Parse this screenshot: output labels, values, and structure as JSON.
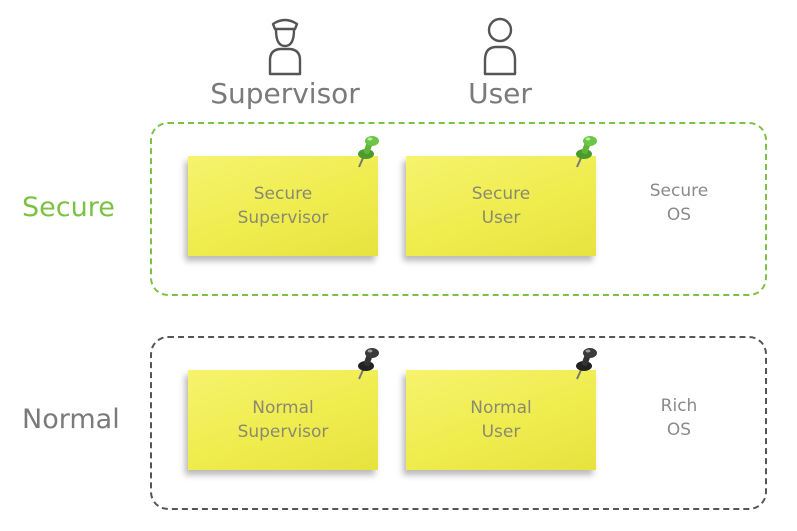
{
  "actors": {
    "supervisor": {
      "label": "Supervisor",
      "icon": "supervisor-person-icon"
    },
    "user": {
      "label": "User",
      "icon": "user-person-icon"
    }
  },
  "zones": {
    "secure": {
      "label": "Secure",
      "color": "#7cc242",
      "notes": [
        {
          "line1": "Secure",
          "line2": "Supervisor",
          "pin": "green-pushpin-icon"
        },
        {
          "line1": "Secure",
          "line2": "User",
          "pin": "green-pushpin-icon"
        }
      ],
      "os": {
        "line1": "Secure",
        "line2": "OS"
      }
    },
    "normal": {
      "label": "Normal",
      "color": "#555555",
      "notes": [
        {
          "line1": "Normal",
          "line2": "Supervisor",
          "pin": "black-pushpin-icon"
        },
        {
          "line1": "Normal",
          "line2": "User",
          "pin": "black-pushpin-icon"
        }
      ],
      "os": {
        "line1": "Rich",
        "line2": "OS"
      }
    }
  },
  "colors": {
    "note_yellow": "#efec4e",
    "pin_green": "#5fb53a",
    "pin_black": "#333333",
    "label_gray": "#7a7a7a"
  }
}
